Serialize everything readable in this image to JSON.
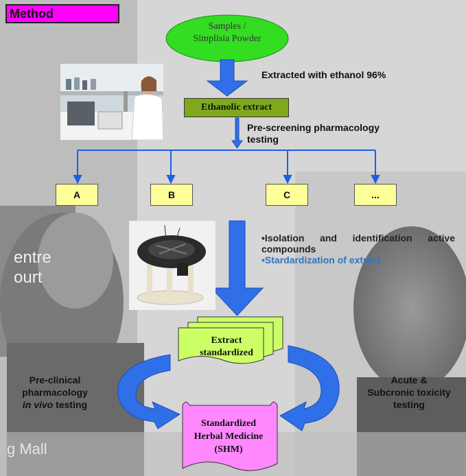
{
  "title": "Method",
  "start_node": "Samples / Simplisia Powder",
  "start_lines": [
    "Samples /",
    "Simplisia Powder"
  ],
  "step1_label": "Extracted with ethanol 96%",
  "ethanolic_extract": "Ethanolic extract",
  "prescreen_lines": [
    "Pre-screening pharmacology",
    "testing"
  ],
  "branches": [
    "A",
    "B",
    "C",
    "..."
  ],
  "isolation_bullets": [
    "•Isolation and identification active compounds",
    "•Stardardization of extract"
  ],
  "extract_standardized_lines": [
    "Extract",
    "standardized"
  ],
  "shm_lines": [
    "Standardized",
    "Herbal Medicine",
    "(SHM)"
  ],
  "left_label": {
    "line1": "Pre-clinical",
    "line2": "pharmacology",
    "line3_italic": "in vivo",
    "line3_rest": " testing"
  },
  "right_label_lines": [
    "Acute &",
    "Subcronic toxicity",
    "testing"
  ],
  "colors": {
    "title_bg": "#ff00ff",
    "oval": "#33dd22",
    "green_box": "#80a81e",
    "branch_box": "#ffff99",
    "arrow_blue": "#2f6fe8",
    "connector_blue": "#1d5fe0",
    "standardized_doc": "#ccff66",
    "shm_doc": "#ff88ff",
    "bullet_highlight": "#2e74c4"
  }
}
